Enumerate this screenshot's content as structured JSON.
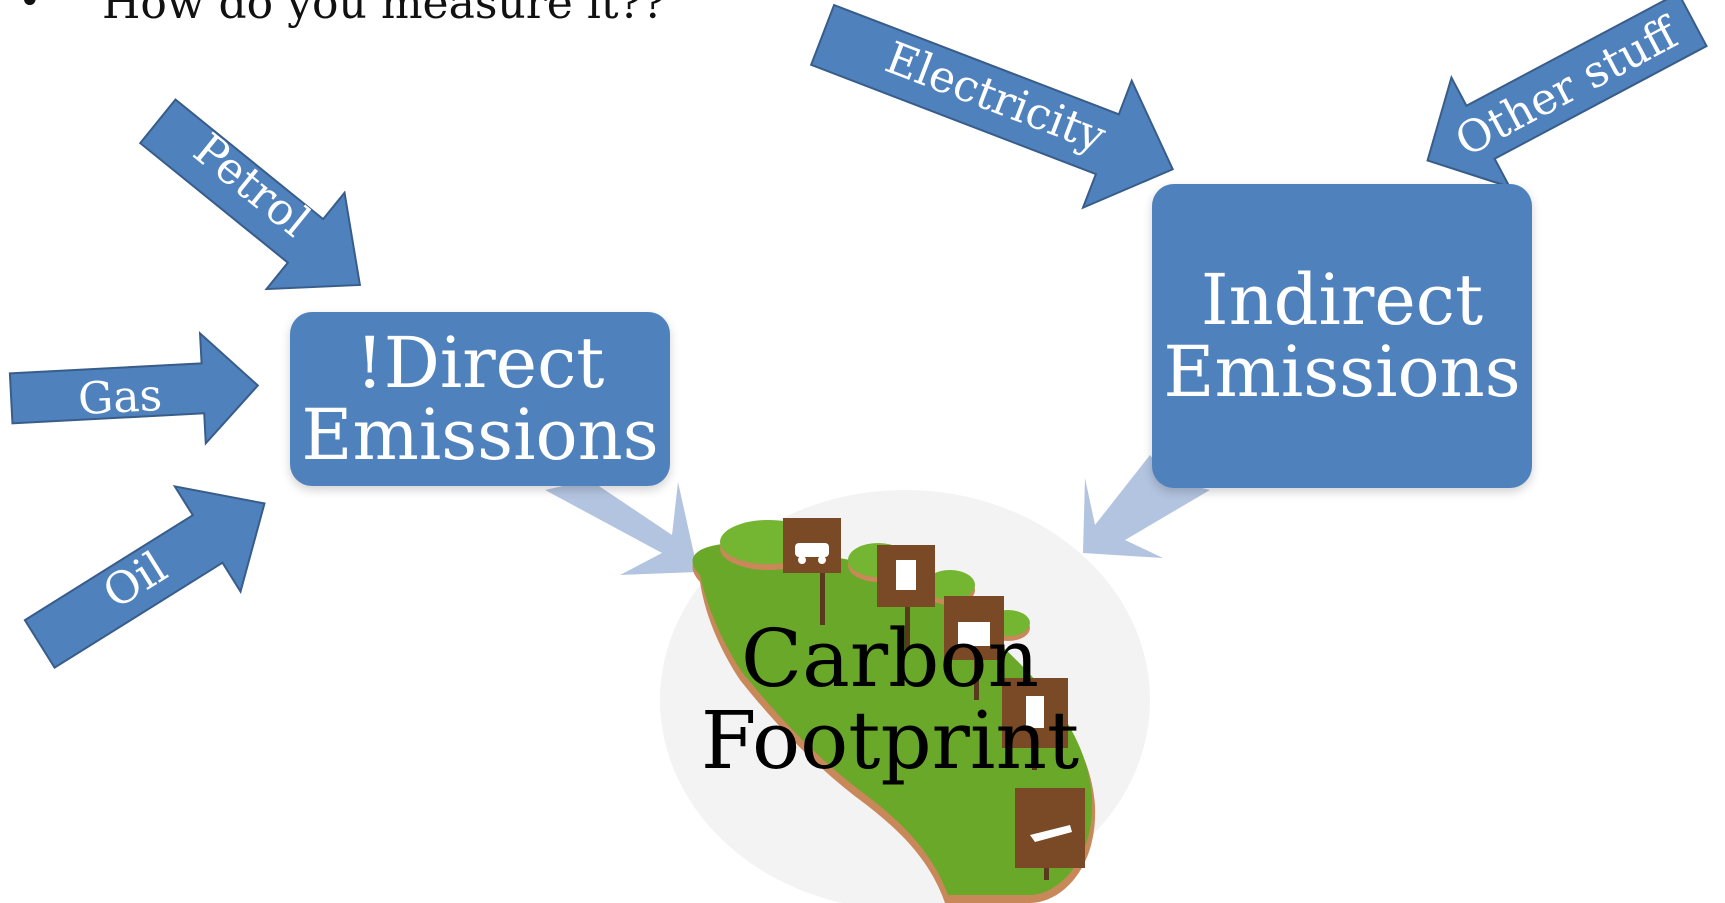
{
  "bullet": {
    "text": "How do you measure it??"
  },
  "boxes": {
    "direct": {
      "line1": "!Direct",
      "line2": "Emissions"
    },
    "indirect": {
      "line1": "Indirect",
      "line2": "Emissions"
    }
  },
  "arrows": {
    "petrol": "Petrol",
    "gas": "Gas",
    "oil": "Oil",
    "electricity": "Electricity",
    "other": "Other stuff"
  },
  "footprint": {
    "line1": "Carbon",
    "line2": "Footprint"
  },
  "colors": {
    "box_fill": "#4f81bd",
    "arrow_fill": "#4f81bd",
    "arrow_stroke": "#385d8a",
    "flow_arrow": "#b3c4e0",
    "grass": "#6aa82a",
    "soil": "#d9a86c",
    "sign_wood": "#7a4a26"
  }
}
